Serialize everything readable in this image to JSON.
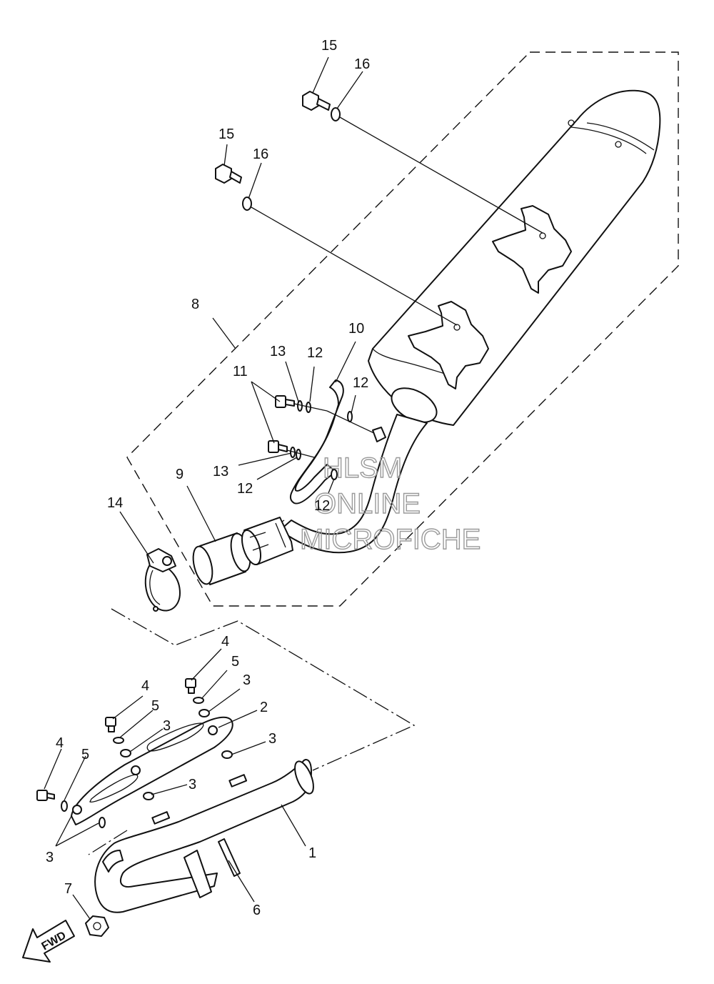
{
  "watermark": {
    "line1": "HLSM",
    "line2": "ONLINE",
    "line3": "MICROFICHE"
  },
  "direction_arrow": {
    "label": "FWD"
  },
  "callouts": {
    "c1": "1",
    "c2": "2",
    "c3a": "3",
    "c3b": "3",
    "c3c": "3",
    "c3d": "3",
    "c3e": "3",
    "c4a": "4",
    "c4b": "4",
    "c4c": "4",
    "c5a": "5",
    "c5b": "5",
    "c5c": "5",
    "c6": "6",
    "c7": "7",
    "c8": "8",
    "c9": "9",
    "c10": "10",
    "c11": "11",
    "c12a": "12",
    "c12b": "12",
    "c12c": "12",
    "c12d": "12",
    "c13a": "13",
    "c13b": "13",
    "c14": "14",
    "c15a": "15",
    "c15b": "15",
    "c16a": "16",
    "c16b": "16"
  }
}
